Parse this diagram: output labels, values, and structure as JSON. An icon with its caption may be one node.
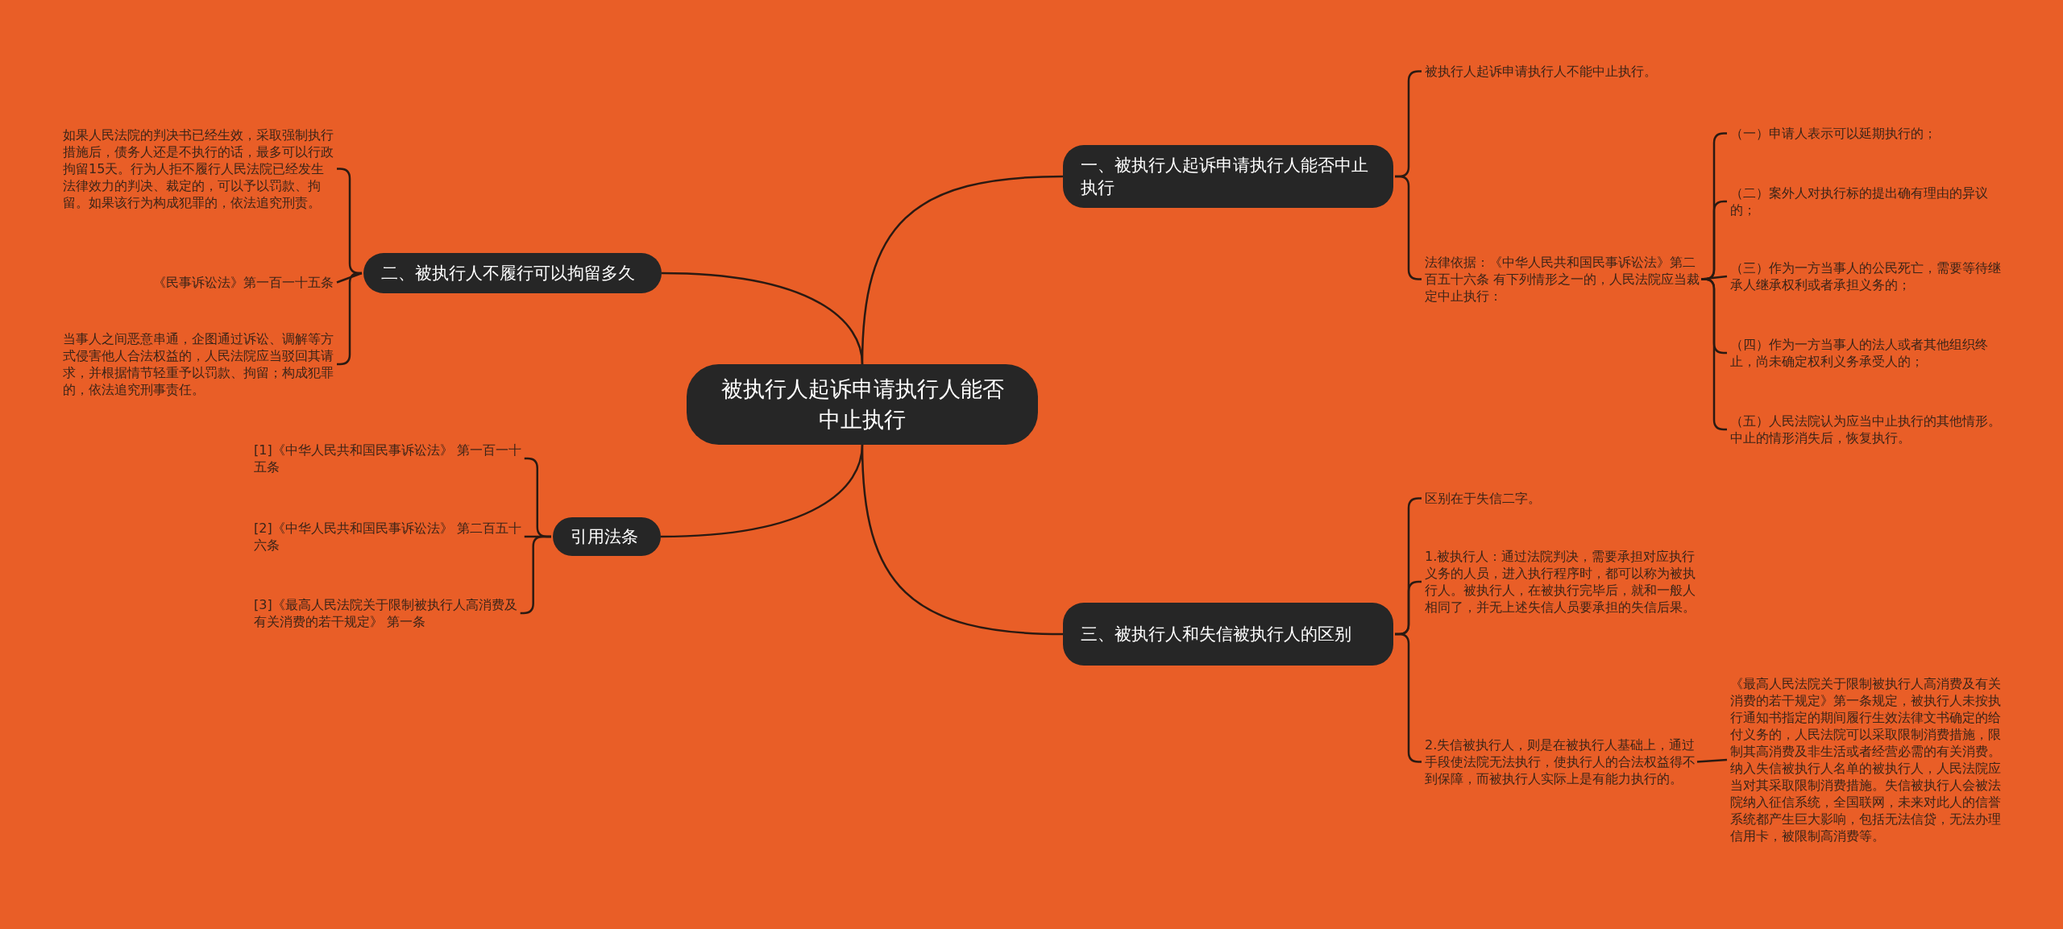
{
  "diagram": {
    "nodes": [
      {
        "text": [
          "被执行人起诉申请执行人能否中止执行"
        ]
      },
      {
        "text": [
          "一、被执行人起诉申请执行人能否中止执行"
        ]
      },
      {
        "text": [
          "被执行人起诉申请执行人不能中止执行。"
        ]
      },
      {
        "text": [
          "法律依据：《中华人民共和国民事诉讼法》第二百五十六条 有下列情形之一的，人民法院应当裁定中止执行："
        ]
      },
      {
        "text": [
          "（一）申请人表示可以延期执行的；"
        ]
      },
      {
        "text": [
          "（二）案外人对执行标的提出确有理由的异议的；"
        ]
      },
      {
        "text": [
          "（三）作为一方当事人的公民死亡，需要等待继承人继承权利或者承担义务的；"
        ]
      },
      {
        "text": [
          "（四）作为一方当事人的法人或者其他组织终止，尚未确定权利义务承受人的；"
        ]
      },
      {
        "text": [
          "（五）人民法院认为应当中止执行的其他情形。中止的情形消失后，恢复执行。"
        ]
      },
      {
        "text": [
          "二、被执行人不履行可以拘留多久"
        ]
      },
      {
        "text": [
          "如果人民法院的判决书已经生效，采取强制执行措施后，债务人还是不执行的话，最多可以行政拘留15天。行为人拒不履行人民法院已经发生法律效力的判决、裁定的，可以予以罚款、拘留。如果该行为构成犯罪的，依法追究刑责。"
        ]
      },
      {
        "text": [
          "《民事诉讼法》第一百一十五条"
        ]
      },
      {
        "text": [
          "当事人之间恶意串通，企图通过诉讼、调解等方式侵害他人合法权益的，人民法院应当驳回其请求，并根据情节轻重予以罚款、拘留；构成犯罪的，依法追究刑事责任。"
        ]
      },
      {
        "text": [
          "引用法条"
        ]
      },
      {
        "text": [
          "[1]《中华人民共和国民事诉讼法》 第一百一十五条"
        ]
      },
      {
        "text": [
          "[2]《中华人民共和国民事诉讼法》 第二百五十六条"
        ]
      },
      {
        "text": [
          "[3]《最高人民法院关于限制被执行人高消费及有关消费的若干规定》 第一条"
        ]
      },
      {
        "text": [
          "三、被执行人和失信被执行人的区别"
        ]
      },
      {
        "text": [
          "区别在于失信二字。"
        ]
      },
      {
        "text": [
          "1.被执行人：通过法院判决，需要承担对应执行义务的人员，进入执行程序时，都可以称为被执行人。被执行人，在被执行完毕后，就和一般人相同了，并无上述失信人员要承担的失信后果。"
        ]
      },
      {
        "text": [
          "2.失信被执行人，则是在被执行人基础上，通过手段使法院无法执行，使执行人的合法权益得不到保障，而被执行人实际上是有能力执行的。"
        ]
      },
      {
        "text": [
          "《最高人民法院关于限制被执行人高消费及有关消费的若干规定》第一条规定，被执行人未按执行通知书指定的期间履行生效法律文书确定的给付义务的，人民法院可以采取限制消费措施，限制其高消费及非生活或者经营必需的有关消费。纳入失信被执行人名单的被执行人，人民法院应当对其采取限制消费措施。失信被执行人会被法院纳入征信系统，全国联网，未来对此人的信誉系统都产生巨大影响，包括无法信贷，无法办理信用卡，被限制高消费等。"
        ]
      }
    ],
    "edges": [
      {
        "from": 0,
        "to": 1,
        "arrow": "none"
      },
      {
        "from": 1,
        "to": 2,
        "arrow": "none"
      },
      {
        "from": 1,
        "to": 3,
        "arrow": "none"
      },
      {
        "from": 3,
        "to": 4,
        "arrow": "none"
      },
      {
        "from": 3,
        "to": 5,
        "arrow": "none"
      },
      {
        "from": 3,
        "to": 6,
        "arrow": "none"
      },
      {
        "from": 3,
        "to": 7,
        "arrow": "none"
      },
      {
        "from": 3,
        "to": 8,
        "arrow": "none"
      },
      {
        "from": 0,
        "to": 9,
        "arrow": "none"
      },
      {
        "from": 9,
        "to": 10,
        "arrow": "none"
      },
      {
        "from": 9,
        "to": 11,
        "arrow": "none"
      },
      {
        "from": 9,
        "to": 12,
        "arrow": "none"
      },
      {
        "from": 0,
        "to": 13,
        "arrow": "none"
      },
      {
        "from": 13,
        "to": 14,
        "arrow": "none"
      },
      {
        "from": 13,
        "to": 15,
        "arrow": "none"
      },
      {
        "from": 13,
        "to": 16,
        "arrow": "none"
      },
      {
        "from": 0,
        "to": 17,
        "arrow": "none"
      },
      {
        "from": 17,
        "to": 18,
        "arrow": "none"
      },
      {
        "from": 17,
        "to": 19,
        "arrow": "none"
      },
      {
        "from": 17,
        "to": 20,
        "arrow": "none"
      },
      {
        "from": 20,
        "to": 21,
        "arrow": "none"
      }
    ]
  }
}
